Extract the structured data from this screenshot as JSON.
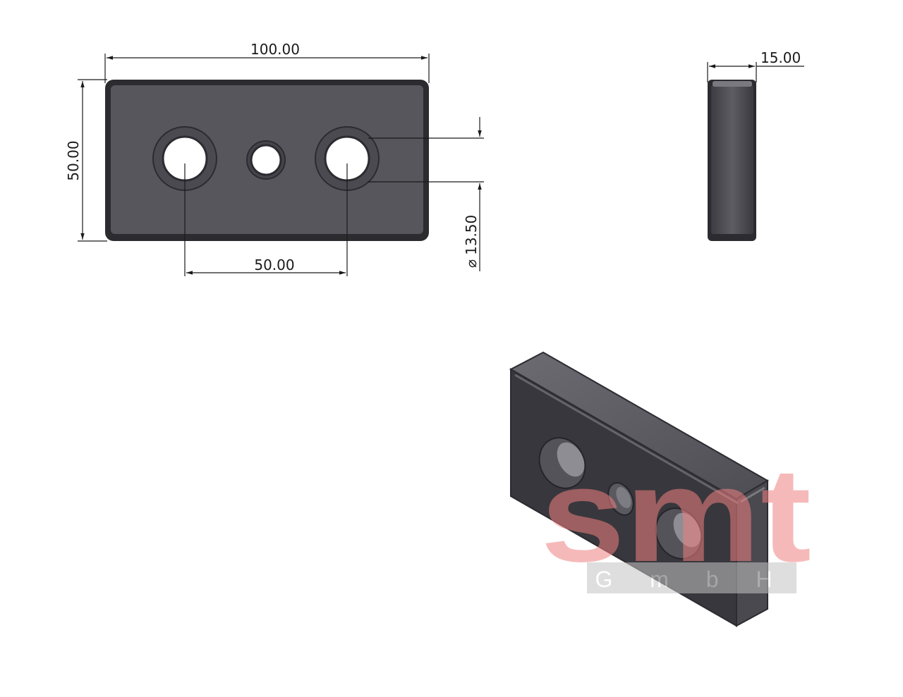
{
  "dimensions": {
    "overall_width": "100.00",
    "overall_height": "50.00",
    "hole_spacing": "50.00",
    "hole_diameter_symbol": "⌀",
    "hole_diameter": "13.50",
    "thickness": "15.00"
  },
  "watermark": {
    "word": "smt",
    "sub": "G m b H"
  },
  "colors": {
    "part_face": "#57565d",
    "part_edge": "#2c2b30",
    "part_top": "#66656c",
    "dimension": "#1a1a1a",
    "watermark_red": "#f3b5b5",
    "watermark_gray": "#d9d9d9"
  }
}
